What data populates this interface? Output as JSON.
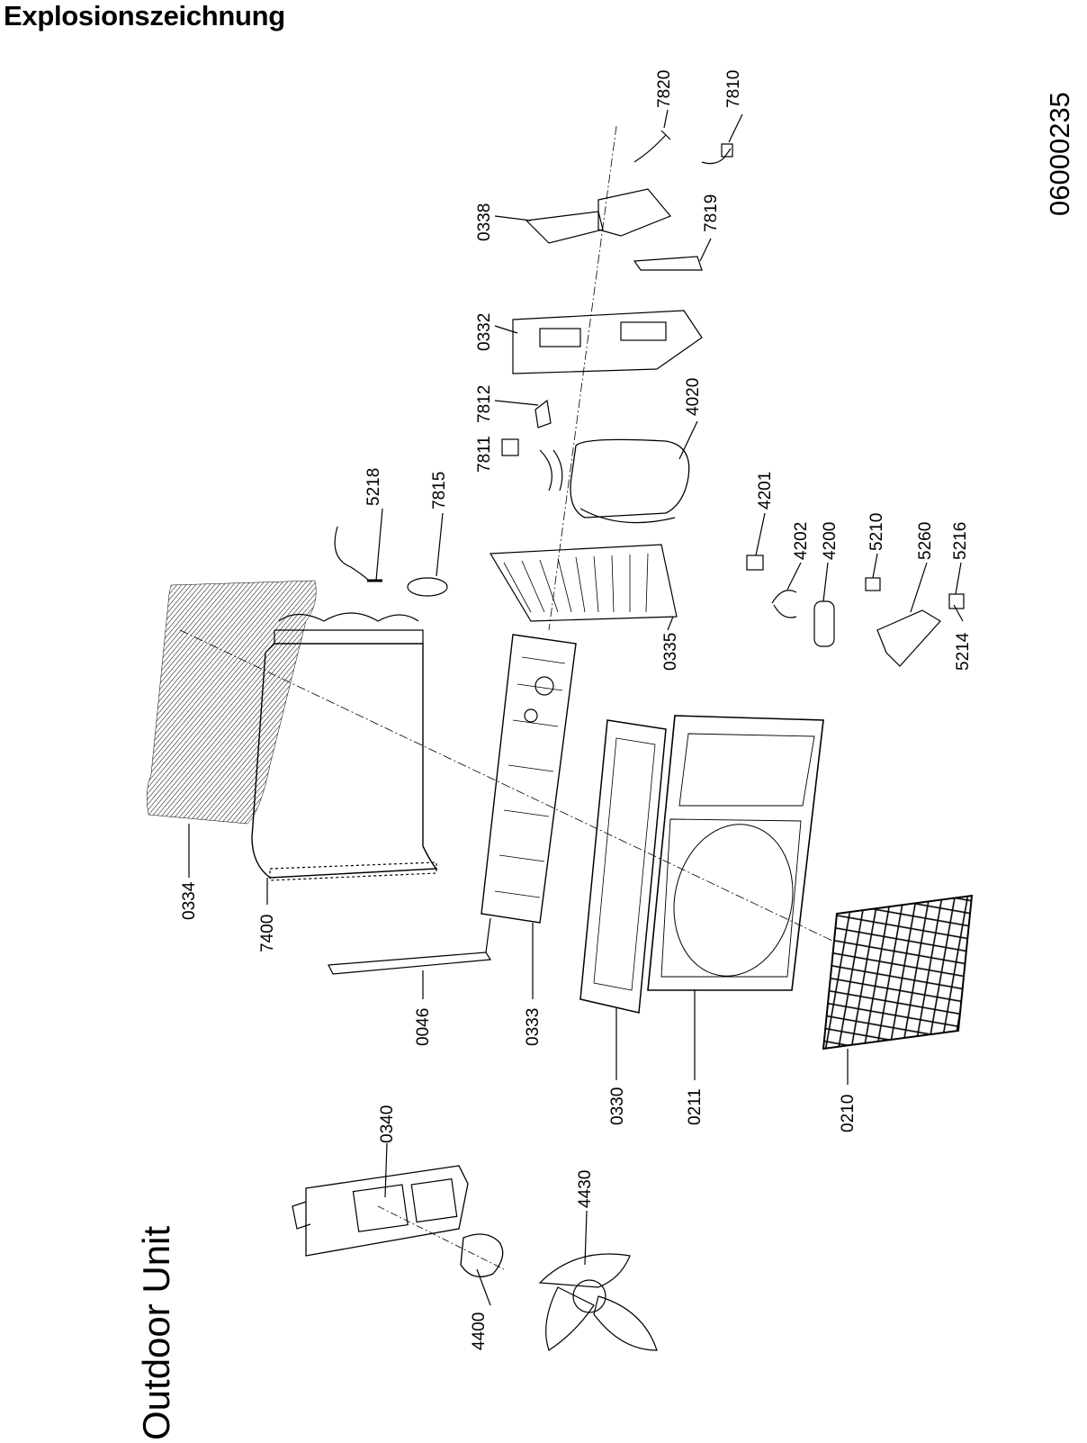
{
  "page_title": "Explosionszeichnung",
  "unit_title": "Outdoor Unit",
  "document_number": "06000235",
  "parts": {
    "p7820": "7820",
    "p7810": "7810",
    "p0338": "0338",
    "p7819": "7819",
    "p0332": "0332",
    "p7812": "7812",
    "p7811": "7811",
    "p4020": "4020",
    "p5218": "5218",
    "p7815": "7815",
    "p4201": "4201",
    "p4202": "4202",
    "p4200": "4200",
    "p5210": "5210",
    "p5260": "5260",
    "p5216": "5216",
    "p5214": "5214",
    "p0335": "0335",
    "p0334": "0334",
    "p7400": "7400",
    "p0046": "0046",
    "p0333": "0333",
    "p0330": "0330",
    "p0211": "0211",
    "p0210": "0210",
    "p0340": "0340",
    "p4430": "4430",
    "p4400": "4400"
  }
}
